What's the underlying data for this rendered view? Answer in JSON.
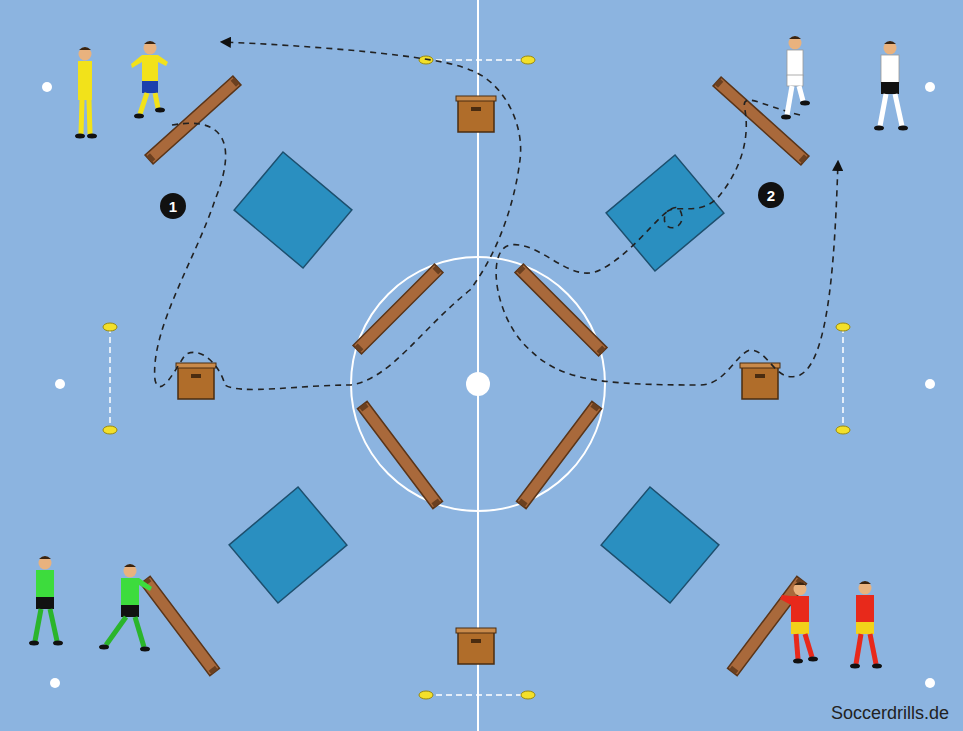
{
  "diagram": {
    "nodes": [
      {
        "text": [
          "1"
        ]
      },
      {
        "text": [
          "2"
        ]
      }
    ],
    "labels": [
      "Soccerdrills.de"
    ]
  }
}
